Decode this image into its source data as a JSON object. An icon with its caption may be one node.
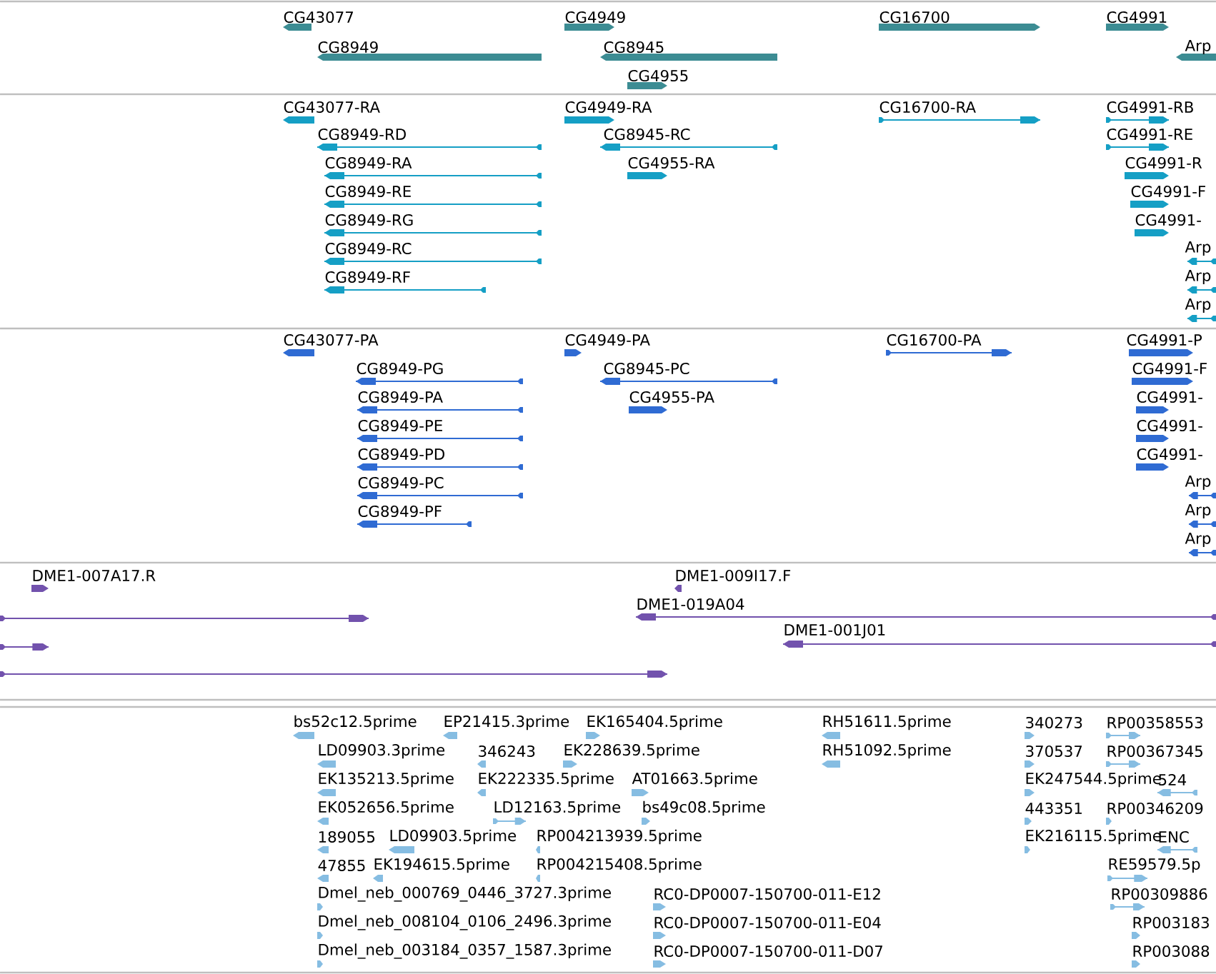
{
  "diagram": {
    "labels": [
      "CG43077",
      "CG4949",
      "CG16700",
      "CG4991",
      "CG8949",
      "CG8945",
      "Arp",
      "CG4955",
      "CG43077-RA",
      "CG4949-RA",
      "CG16700-RA",
      "CG4991-RB",
      "CG8949-RD",
      "CG8945-RC",
      "CG4991-RE",
      "CG8949-RA",
      "CG4955-RA",
      "CG4991-R",
      "CG8949-RE",
      "CG4991-F",
      "CG8949-RG",
      "CG4991-",
      "CG8949-RC",
      "Arp",
      "CG8949-RF",
      "Arp",
      "Arp",
      "CG43077-PA",
      "CG4949-PA",
      "CG16700-PA",
      "CG4991-P",
      "CG8949-PG",
      "CG8945-PC",
      "CG4991-F",
      "CG8949-PA",
      "CG4955-PA",
      "CG4991-",
      "CG8949-PE",
      "CG4991-",
      "CG8949-PD",
      "CG4991-",
      "CG8949-PC",
      "Arp",
      "CG8949-PF",
      "Arp",
      "Arp",
      "DME1-007A17.R",
      "DME1-009I17.F",
      "DME1-019A04",
      "DME1-001J01",
      "bs52c12.5prime",
      "EP21415.3prime",
      "EK165404.5prime",
      "RH51611.5prime",
      "340273",
      "RP00358553",
      "LD09903.3prime",
      "346243",
      "EK228639.5prime",
      "RH51092.5prime",
      "370537",
      "RP00367345",
      "EK135213.5prime",
      "EK222335.5prime",
      "AT01663.5prime",
      "EK247544.5prime",
      "524",
      "EK052656.5prime",
      "LD12163.5prime",
      "bs49c08.5prime",
      "443351",
      "RP00346209",
      "189055",
      "LD09903.5prime",
      "RP004213939.5prime",
      "EK216115.5prime",
      "ENC",
      "47855",
      "EK194615.5prime",
      "RP004215408.5prime",
      "RE59579.5p",
      "Dmel_neb_000769_0446_3727.3prime",
      "RC0-DP0007-150700-011-E12",
      "RP00309886",
      "Dmel_neb_008104_0106_2496.3prime",
      "RC0-DP0007-150700-011-E04",
      "RP003183",
      "Dmel_neb_003184_0357_1587.3prime",
      "RC0-DP0007-150700-011-D07",
      "RP003088"
    ]
  }
}
